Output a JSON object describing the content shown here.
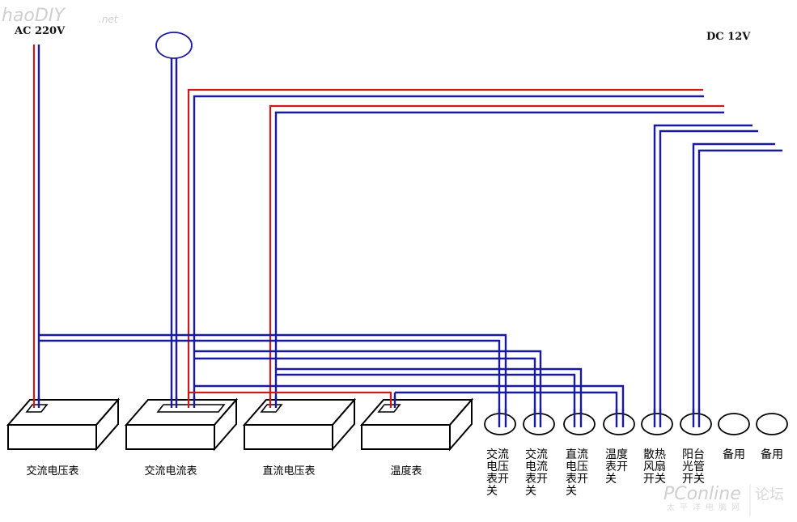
{
  "watermark_top": {
    "text": "haoDIY",
    "suffix": ".net"
  },
  "power_labels": {
    "ac": "AC  220V",
    "dc": "DC  12V"
  },
  "meters": [
    {
      "id": "ac-voltmeter",
      "label": "交流电压表"
    },
    {
      "id": "ac-ammeter",
      "label": "交流电流表"
    },
    {
      "id": "dc-voltmeter",
      "label": "直流电压表"
    },
    {
      "id": "thermometer",
      "label": "温度表"
    }
  ],
  "switches": [
    {
      "id": "ac-voltmeter-switch",
      "lines": [
        "交流",
        "电压",
        "表开",
        "关"
      ]
    },
    {
      "id": "ac-ammeter-switch",
      "lines": [
        "交流",
        "电流",
        "表开",
        "关"
      ]
    },
    {
      "id": "dc-voltmeter-switch",
      "lines": [
        "直流",
        "电压",
        "表开",
        "关"
      ]
    },
    {
      "id": "thermometer-switch",
      "lines": [
        "温度",
        "表开",
        "关"
      ]
    },
    {
      "id": "fan-switch",
      "lines": [
        "散热",
        "风扇",
        "开关"
      ]
    },
    {
      "id": "balcony-light-switch",
      "lines": [
        "阳台",
        "光管",
        "开关"
      ]
    },
    {
      "id": "spare-switch-1",
      "lines": [
        "备用"
      ]
    },
    {
      "id": "spare-switch-2",
      "lines": [
        "备用"
      ]
    }
  ],
  "watermark_bottom": {
    "brand": "PConline",
    "sub": "太平洋电脑网",
    "forum": "论坛"
  },
  "colors": {
    "live_wire": "#cc1a1a",
    "neutral_wire": "#1a1aa0",
    "outline": "#000000"
  }
}
